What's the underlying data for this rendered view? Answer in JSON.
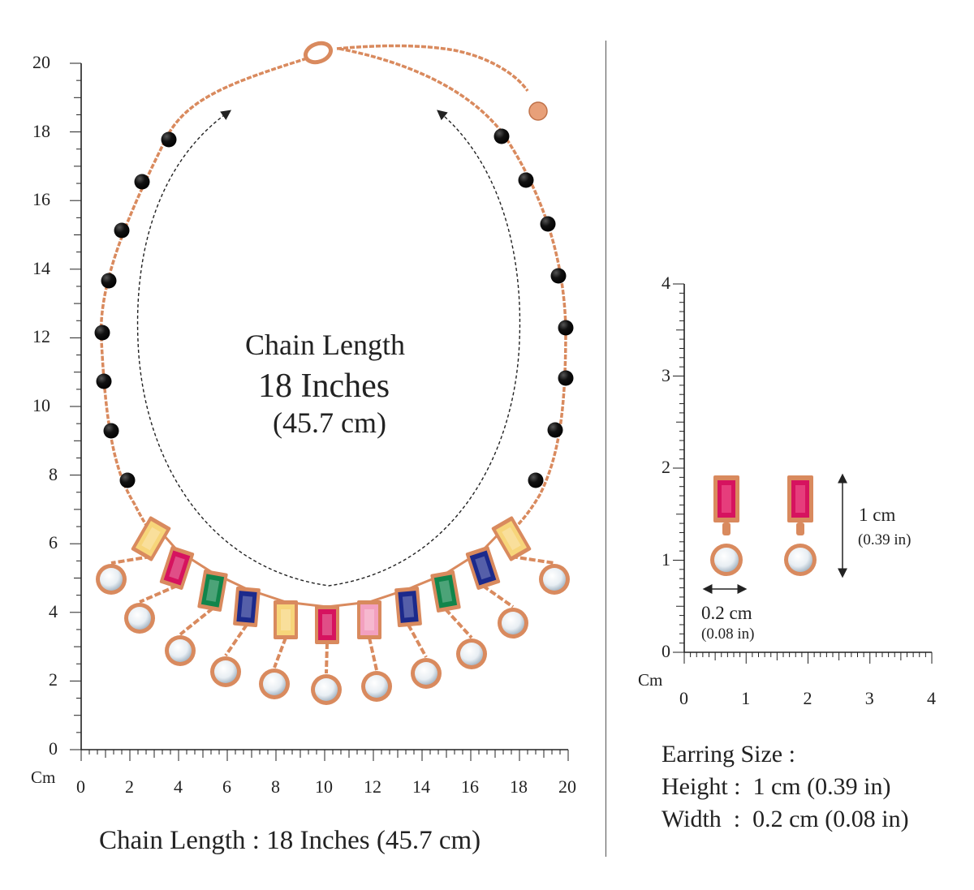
{
  "necklace": {
    "ruler": {
      "unit": "Cm",
      "y_ticks": [
        "0",
        "2",
        "4",
        "6",
        "8",
        "10",
        "12",
        "14",
        "16",
        "18",
        "20"
      ],
      "x_ticks": [
        "0",
        "2",
        "4",
        "6",
        "8",
        "10",
        "12",
        "14",
        "16",
        "18",
        "20"
      ]
    },
    "center_label": {
      "title": "Chain Length",
      "inches": "18 Inches",
      "cm": "(45.7 cm)"
    },
    "caption": "Chain Length : 18 Inches (45.7 cm)",
    "stone_colors": [
      "#f7d57a",
      "#d6135f",
      "#11854b",
      "#1c2a8c",
      "#f7d57a",
      "#d6135f",
      "#f3a0bf",
      "#1c2a8c",
      "#11854b",
      "#1c2a8c",
      "#f7d57a"
    ]
  },
  "earring": {
    "ruler": {
      "unit": "Cm",
      "y_ticks": [
        "0",
        "1",
        "2",
        "3",
        "4"
      ],
      "x_ticks": [
        "0",
        "1",
        "2",
        "3",
        "4"
      ]
    },
    "height_cm": "1 cm",
    "height_in": "(0.39 in)",
    "width_cm": "0.2 cm",
    "width_in": "(0.08 in)",
    "size_title": "Earring Size :",
    "height_line": "Height :  1 cm (0.39 in)",
    "width_line": "Width  :  0.2 cm (0.08 in)"
  },
  "colors": {
    "rose_gold": "#d98a5e",
    "onyx": "#111111",
    "ruby": "#d6135f",
    "crystal": "#e8eef3"
  }
}
